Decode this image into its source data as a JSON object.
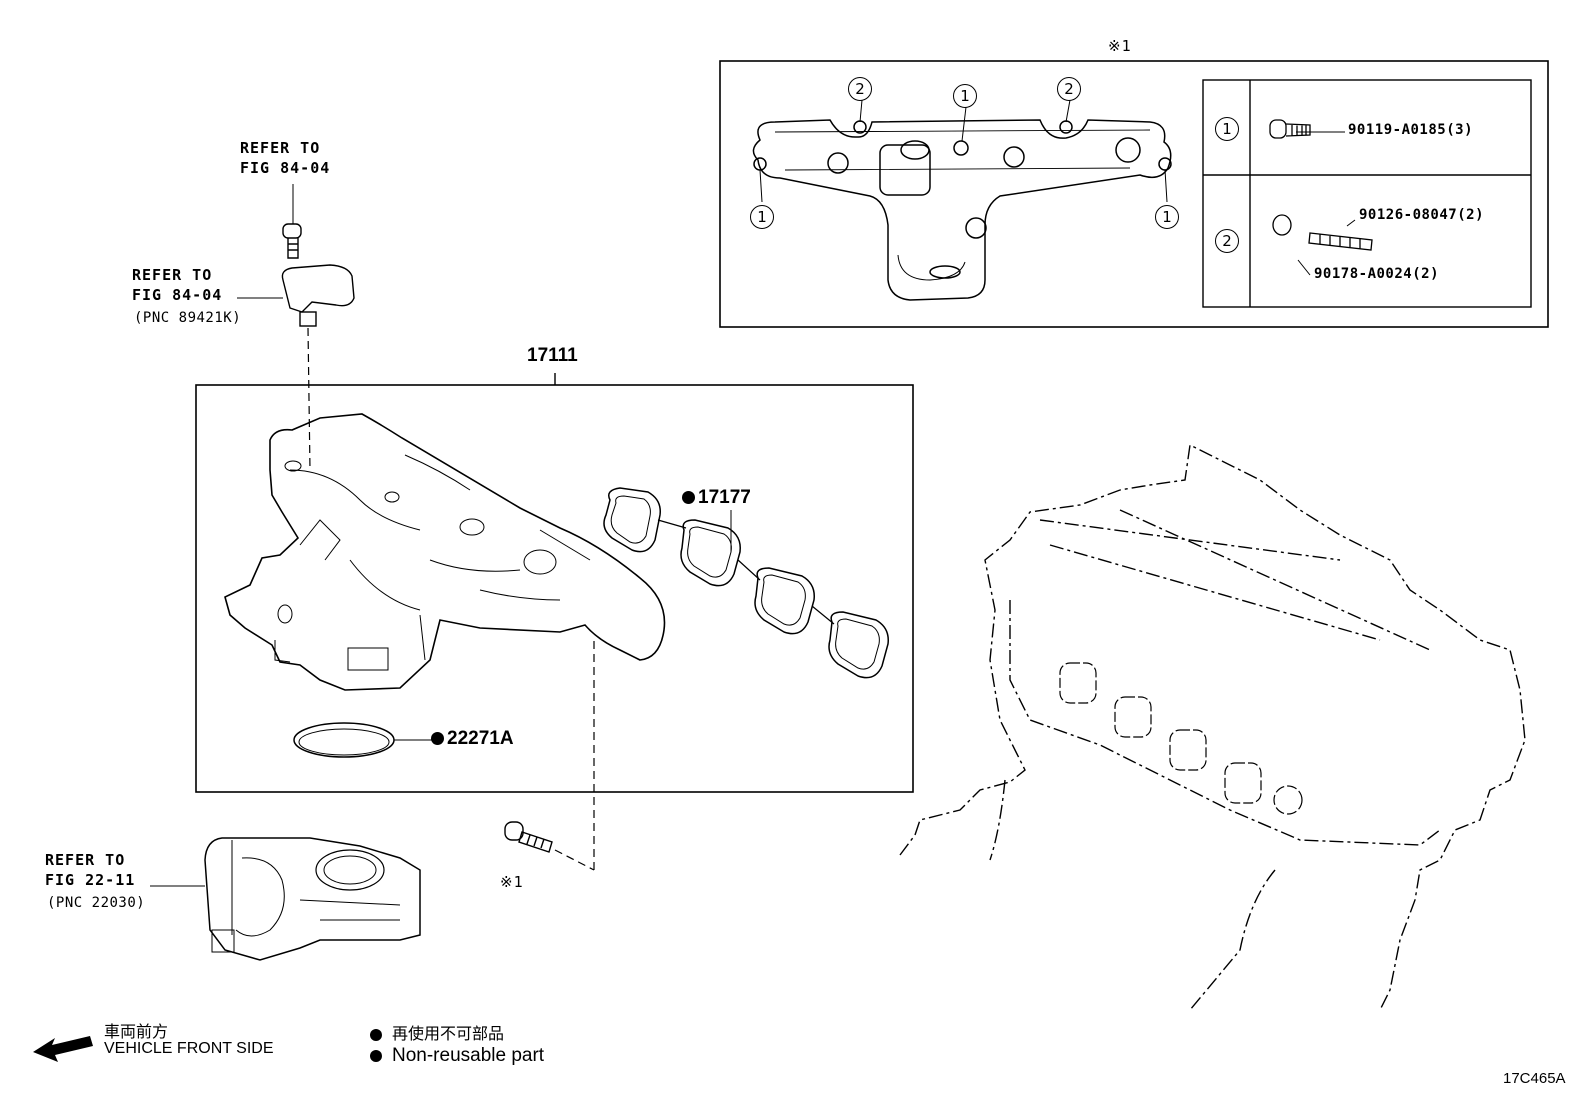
{
  "labels": {
    "ref_top": "REFER TO\nFIG 84-04",
    "ref_sensor": "REFER TO\nFIG 84-04",
    "ref_sensor_pnc": "(PNC 89421K)",
    "ref_throttle": "REFER TO\nFIG 22-11",
    "ref_throttle_pnc": "(PNC 22030)"
  },
  "parts": {
    "assembly": "17111",
    "gasket": "17177",
    "oring": "22271A",
    "star_mark": "※1",
    "inset_title": "※1"
  },
  "inset": {
    "callout_1": "1",
    "callout_2": "2",
    "table": [
      {
        "key": "1",
        "parts": [
          "90119-A0185(3)"
        ]
      },
      {
        "key": "2",
        "parts": [
          "90126-08047(2)",
          "90178-A0024(2)"
        ]
      }
    ]
  },
  "legend": {
    "front_jp": "車両前方",
    "front_en": "VEHICLE FRONT SIDE",
    "nonreuse_jp": "再使用不可部品",
    "nonreuse_en": "Non-reusable part"
  },
  "figure_code": "17C465A"
}
